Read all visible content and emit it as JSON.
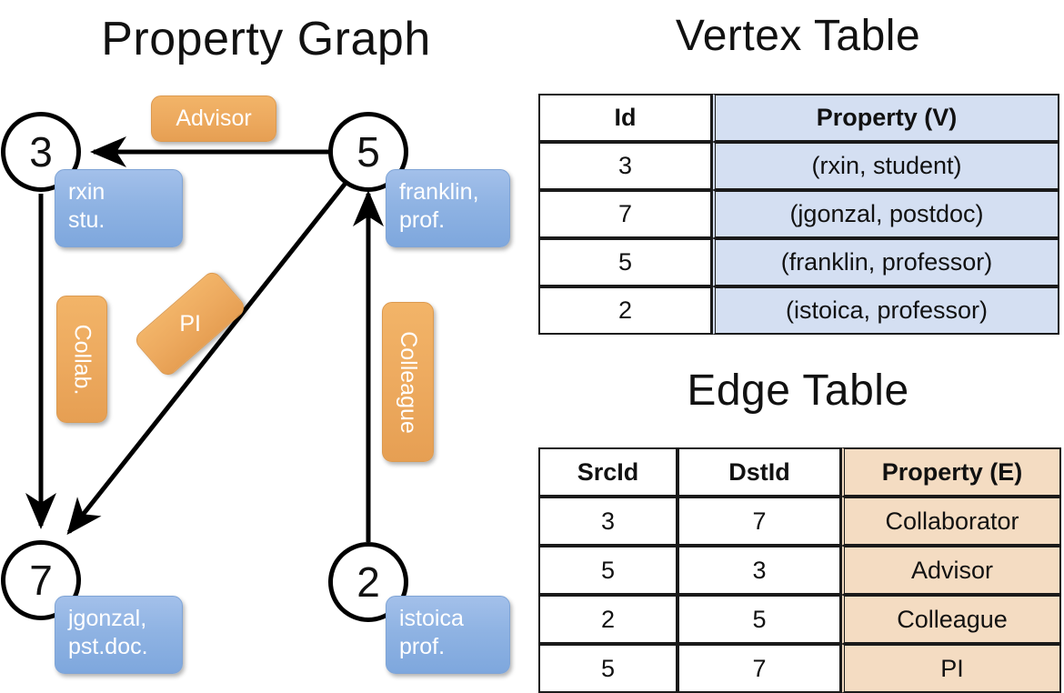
{
  "titles": {
    "property_graph": "Property Graph",
    "vertex_table": "Vertex Table",
    "edge_table": "Edge Table"
  },
  "graph": {
    "vertices": [
      {
        "id": "3",
        "property_label": [
          "rxin",
          "stu."
        ]
      },
      {
        "id": "5",
        "property_label": [
          "franklin,",
          "prof."
        ]
      },
      {
        "id": "7",
        "property_label": [
          "jgonzal,",
          "pst.doc."
        ]
      },
      {
        "id": "2",
        "property_label": [
          "istoica",
          "prof."
        ]
      }
    ],
    "edge_labels": [
      {
        "name": "advisor",
        "text": "Advisor"
      },
      {
        "name": "collab",
        "text": "Collab."
      },
      {
        "name": "pi",
        "text": "PI"
      },
      {
        "name": "colleague",
        "text": "Colleague"
      }
    ],
    "colors": {
      "vertex_badge": "#8fb3e3",
      "edge_badge": "#edaa5f",
      "stroke": "#000000"
    }
  },
  "vertex_table": {
    "columns": [
      "Id",
      "Property (V)"
    ],
    "rows": [
      {
        "id": "3",
        "property": "(rxin, student)"
      },
      {
        "id": "7",
        "property": "(jgonzal, postdoc)"
      },
      {
        "id": "5",
        "property": "(franklin, professor)"
      },
      {
        "id": "2",
        "property": "(istoica, professor)"
      }
    ],
    "accent": "#d4dff2"
  },
  "edge_table": {
    "columns": [
      "SrcId",
      "DstId",
      "Property (E)"
    ],
    "rows": [
      {
        "src": "3",
        "dst": "7",
        "property": "Collaborator"
      },
      {
        "src": "5",
        "dst": "3",
        "property": "Advisor"
      },
      {
        "src": "2",
        "dst": "5",
        "property": "Colleague"
      },
      {
        "src": "5",
        "dst": "7",
        "property": "PI"
      }
    ],
    "accent": "#f4dcc2"
  }
}
